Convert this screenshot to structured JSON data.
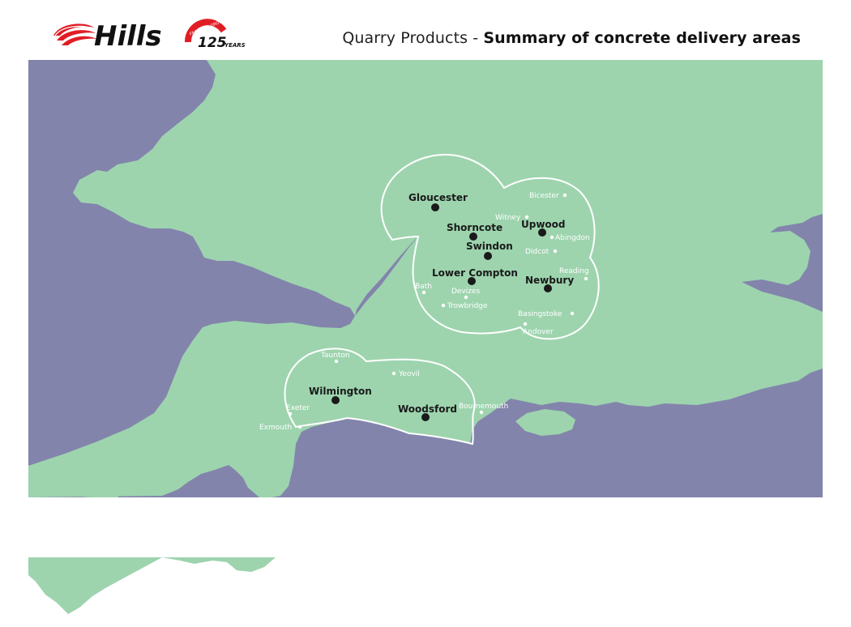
{
  "header": {
    "brand": "Hills",
    "badge_top": "FROM THE GROUND UP",
    "badge_number": "125",
    "badge_unit": "YEARS",
    "title_regular": "Quarry Products - ",
    "title_bold": "Summary of concrete delivery areas"
  },
  "colors": {
    "land": "#9dd4ae",
    "sea": "#8384ac",
    "zone_outline": "#ffffff",
    "depot_dot": "#1a1a1a",
    "town_label": "#ffffff",
    "brand_red": "#e01d25"
  },
  "depots": [
    {
      "id": "gloucester",
      "name": "Gloucester"
    },
    {
      "id": "shorncote",
      "name": "Shorncote"
    },
    {
      "id": "swindon",
      "name": "Swindon"
    },
    {
      "id": "upwood",
      "name": "Upwood"
    },
    {
      "id": "lower-compton",
      "name": "Lower Compton"
    },
    {
      "id": "newbury",
      "name": "Newbury"
    },
    {
      "id": "wilmington",
      "name": "Wilmington"
    },
    {
      "id": "woodsford",
      "name": "Woodsford"
    }
  ],
  "towns": [
    {
      "id": "bicester",
      "name": "Bicester"
    },
    {
      "id": "witney",
      "name": "Witney"
    },
    {
      "id": "abingdon",
      "name": "Abingdon"
    },
    {
      "id": "didcot",
      "name": "Didcot"
    },
    {
      "id": "reading",
      "name": "Reading"
    },
    {
      "id": "bath",
      "name": "Bath"
    },
    {
      "id": "devizes",
      "name": "Devizes"
    },
    {
      "id": "trowbridge",
      "name": "Trowbridge"
    },
    {
      "id": "basingstoke",
      "name": "Basingstoke"
    },
    {
      "id": "andover",
      "name": "Andover"
    },
    {
      "id": "taunton",
      "name": "Taunton"
    },
    {
      "id": "yeovil",
      "name": "Yeovil"
    },
    {
      "id": "exeter",
      "name": "Exeter"
    },
    {
      "id": "exmouth",
      "name": "Exmouth"
    },
    {
      "id": "bournemouth",
      "name": "Bournemouth"
    }
  ]
}
